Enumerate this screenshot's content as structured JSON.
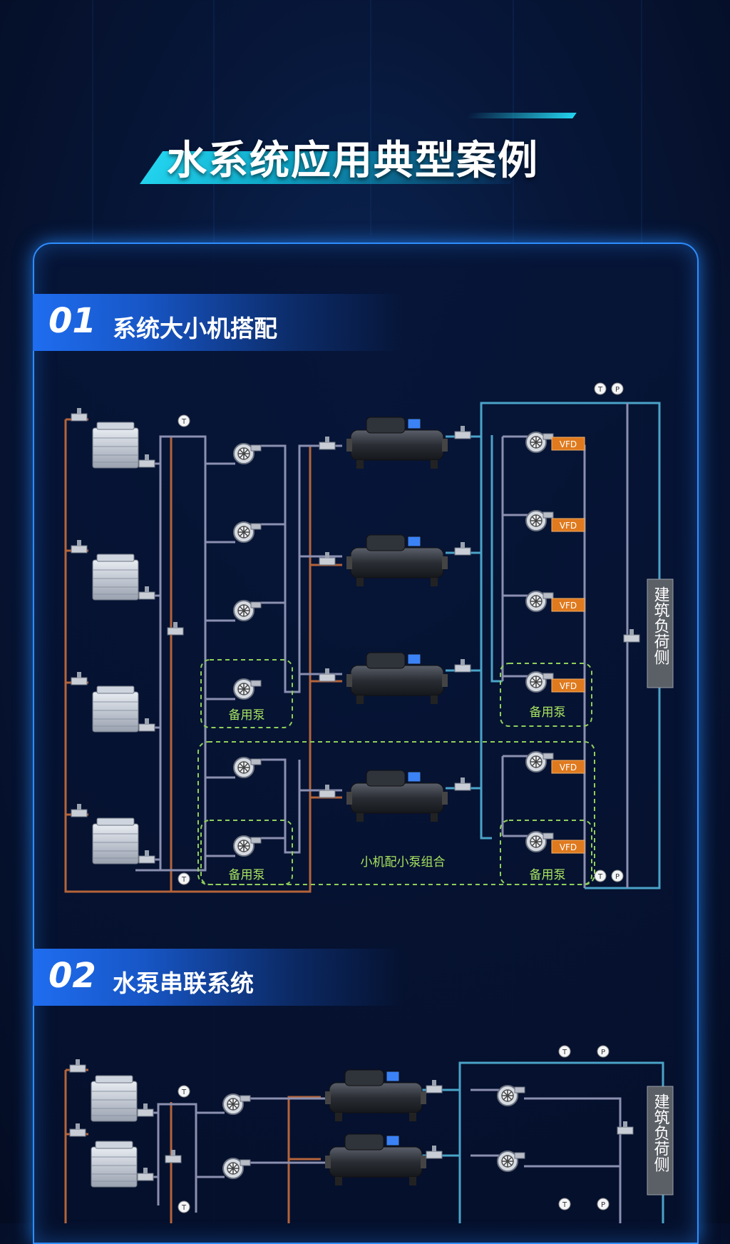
{
  "page_title": "水系统应用典型案例",
  "sections": [
    {
      "number": "01",
      "title": "系统大小机搭配"
    },
    {
      "number": "02",
      "title": "水泵串联系统"
    }
  ],
  "labels": {
    "temp": "T",
    "pressure": "P",
    "vfd": "VFD",
    "standby_pump": "备用泵",
    "small_unit_combo": "小机配小泵组合",
    "building_load": "建筑负荷侧"
  },
  "colors": {
    "accent": "#22d3ee",
    "panel_border": "#2e8dff",
    "condenser_pipe": "#b4643a",
    "chilled_pipe": "#4aa3c8",
    "gray_pipe": "#8b8fb0",
    "dashed_group": "#8fcf5a",
    "vfd_badge": "#e07a1e"
  }
}
